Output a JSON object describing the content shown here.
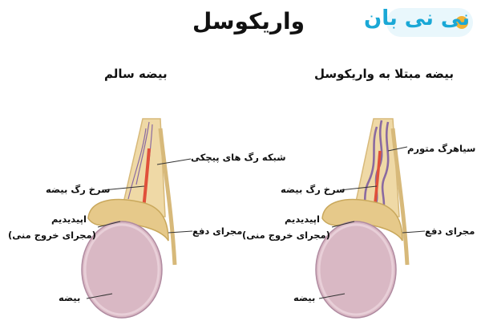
{
  "title": "واریکوسل",
  "logo_text": "نی نی بان",
  "panels": {
    "healthy": {
      "heading": "بیضه سالم",
      "labels": {
        "pampiniform": "شبکه رگ های پیچکی",
        "testicular_artery": "سرخ رگ بیضه",
        "epididymis_line1": "اپیدیدیم",
        "epididymis_line2": "(مجرای خروج منی)",
        "vas_deferens": "مجرای دفع",
        "testis": "بیضه"
      }
    },
    "varicocele": {
      "heading": "بیضه مبتلا به واریکوسل",
      "labels": {
        "swollen_vein": "سیاهرگ متورم",
        "testicular_artery": "سرخ رگ بیضه",
        "epididymis_line1": "اپیدیدیم",
        "epididymis_line2": "(مجرای خروج منی)",
        "vas_deferens": "مجرای دفع",
        "testis": "بیضه"
      }
    }
  },
  "colors": {
    "testis": "#d9b8c4",
    "epididymis": "#e6c98a",
    "cord": "#efd9a6",
    "artery": "#e0503a",
    "vein": "#8a6aa0",
    "logo": "#1aa8d6"
  }
}
